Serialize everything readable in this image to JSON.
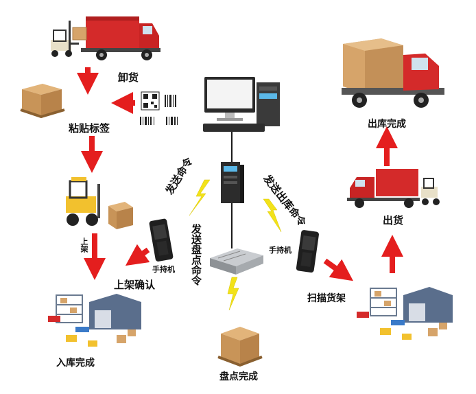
{
  "labels": {
    "unload": "卸货",
    "label_stick": "粘贴标签",
    "shelve": "上架",
    "handheld_left": "手持机",
    "shelve_confirm": "上架确认",
    "inbound_done": "入库完成",
    "send_cmd": "发送命令",
    "send_count_cmd": "发送盘点命令",
    "inventory_done": "盘点完成",
    "send_outbound_cmd": "发送出库命令",
    "handheld_right": "手持机",
    "scan_shelf": "扫描货架",
    "ship": "出货",
    "outbound_done": "出库完成"
  },
  "colors": {
    "arrow_red": "#e41e1e",
    "bolt_yellow": "#f2e21a",
    "truck_red": "#d42a2a",
    "box_tan": "#d6a46a",
    "forklift_yellow": "#f2c12e",
    "line_dark": "#1a1a1a"
  },
  "icons": [
    "truck-icon",
    "forklift-icon",
    "qr-code-icon",
    "barcode-icon",
    "pallet-box-icon",
    "computer-icon",
    "server-icon",
    "handheld-scanner-icon",
    "gateway-device-icon",
    "warehouse-icon",
    "lightning-icon"
  ]
}
